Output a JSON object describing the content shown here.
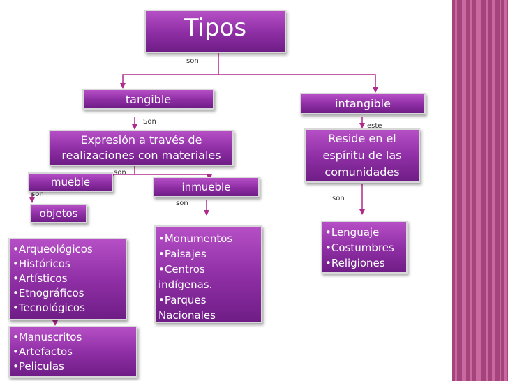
{
  "colors": {
    "node": "#8f2fa5",
    "connector": "#b02a8a",
    "side_panel": "#a4437c"
  },
  "nodes": {
    "tipos": "Tipos",
    "tangible": "tangible",
    "intangible": "intangible",
    "expresion": "Expresión a través de realizaciones con materiales",
    "reside": "Reside en el espíritu de las comunidades",
    "mueble": "mueble",
    "inmueble": "inmueble",
    "objetos": "objetos"
  },
  "lists": {
    "objetos_items": [
      "•Arqueológicos",
      "•Históricos",
      "•Artísticos",
      "•Etnográficos",
      "•Tecnológicos"
    ],
    "more_items": [
      "•Manuscritos",
      "•Artefactos",
      "•Peliculas"
    ],
    "inmueble_items": [
      "•Monumentos",
      "•Paisajes",
      "•Centros",
      "indígenas.",
      "•Parques",
      "Nacionales"
    ],
    "intangible_items": [
      "•Lenguaje",
      "•Costumbres",
      "•Religiones"
    ]
  },
  "labels": {
    "son_tipos": "son",
    "son_tangible": "Son",
    "este": "este",
    "son_expresion": "son",
    "son_mueble": "son",
    "son_inmueble": "son",
    "son_reside": "son"
  }
}
